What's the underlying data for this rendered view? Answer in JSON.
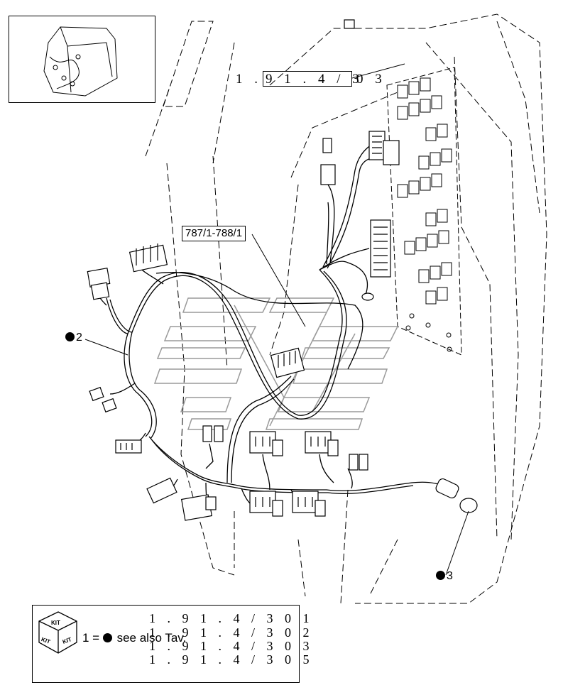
{
  "top_reference": {
    "prefix": "1 . ",
    "boxed": "9 1 . 4 / 3",
    "suffix": "0 3"
  },
  "part_label": "787/1-788/1",
  "callouts": {
    "item_2": "2",
    "item_3": "3"
  },
  "kit_legend": {
    "kit_word": "KIT",
    "note_prefix": "1 = ",
    "note_suffix": "see also Tav.",
    "references": [
      {
        "text": "1 . 9 1 . 4 / 3   0 1"
      },
      {
        "text": "1 . 9 1 . 4 / 3   0 2"
      },
      {
        "text": "1 . 9 1 . 4 / 3   0 3"
      },
      {
        "text": "1 . 9 1 . 4 / 3   0 5"
      }
    ]
  },
  "colors": {
    "line": "#000000",
    "ghost_line": "#9a9a9a",
    "background": "#ffffff"
  }
}
